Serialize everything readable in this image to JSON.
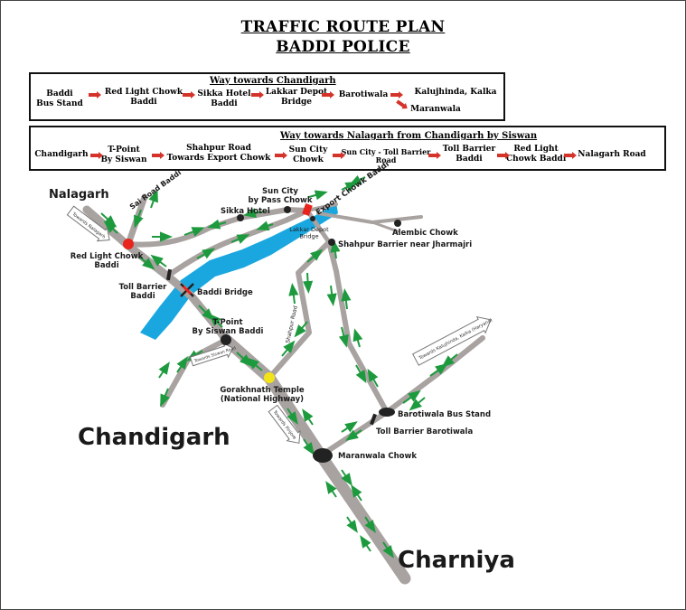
{
  "title_line1": "TRAFFIC ROUTE PLAN",
  "title_line2": "BADDI POLICE",
  "box1": {
    "heading": "Way towards Chandigarh",
    "steps": [
      "Baddi\nBus Stand",
      "Red Light Chowk\nBaddi",
      "Sikka Hotel\nBaddi",
      "Lakkar Depot\nBridge",
      "Barotiwala",
      "Kalujhinda, Kalka",
      "Maranwala"
    ]
  },
  "box2": {
    "heading": "Way towards Nalagarh from Chandigarh by Siswan",
    "steps": [
      "Chandigarh",
      "T-Point\nBy Siswan",
      "Shahpur Road\nTowards Export Chowk",
      "Sun City\nChowk",
      "Sun City - Toll Barrier\nRoad",
      "Toll Barrier\nBaddi",
      "Red Light\nChowk Baddi",
      "Nalagarh Road"
    ]
  },
  "map": {
    "region_labels": {
      "nalagarh": "Nalagarh",
      "chandigarh": "Chandigarh",
      "charniya": "Charniya"
    },
    "places": {
      "sai_road": "Sai Road Baddi",
      "sikka_hotel": "Sikka Hotel",
      "sun_city": "Sun City\nby Pass Chowk",
      "export_chowk": "Export Chowk Baddi",
      "lakkar_depot": "Lakkar Depot\nBridge",
      "alembic": "Alembic Chowk",
      "shahpur_barrier": "Shahpur Barrier near Jharmajri",
      "red_light": "Red Light Chowk\nBaddi",
      "toll_barrier": "Toll Barrier\nBaddi",
      "baddi_bridge": "Baddi Bridge",
      "t_point": "T-Point\nBy Siswan Baddi",
      "gorakhnath": "Gorakhnath Temple\n(National Highway)",
      "barotiwala_bus": "Barotiwala Bus Stand",
      "toll_barotiwala": "Toll Barrier Barotiwala",
      "maranwala": "Maranwala Chowk",
      "shahpur_road": "Shahpur Road"
    },
    "signs": {
      "nalagarh_sign": "Towards Nalagarh",
      "siswan_sign": "Towards Siswan Road",
      "kalka_sign": "Towards Kalujhinda, Kalka (Haryana)",
      "pinjore_sign": "Towards Pinjore"
    },
    "colors": {
      "road": "#a8a2a0",
      "river": "#1aa7e0",
      "arrow": "#1e9a3e",
      "red_point": "#e8241c",
      "yellow_point": "#f3e41a",
      "flow_arrow": "#d4332a"
    }
  }
}
